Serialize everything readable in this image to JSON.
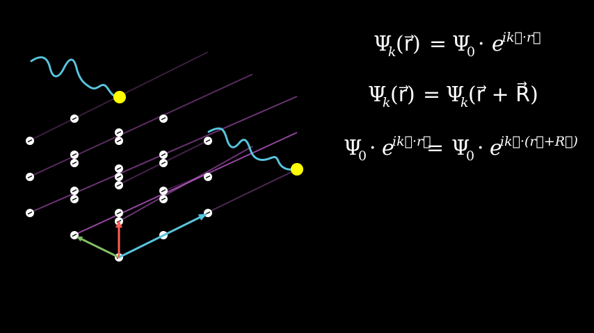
{
  "colors": {
    "background": "#000000",
    "lattice_point": "#ffffff",
    "lattice_point_shadow": "#000000",
    "highlight_point": "#ffff00",
    "wave": "#58c4dd",
    "wavefront_line": "#c55fd3",
    "vector_a1": "#83c167",
    "vector_a2": "#58c4dd",
    "vector_a3": "#fc6255",
    "equation_text": "#ffffff"
  },
  "equations": {
    "eq1": {
      "left": "Ψ",
      "left_sub": "k",
      "left_arg": "(r⃗)",
      "equals": "=",
      "rhs_base": "Ψ",
      "rhs_sub": "0",
      "dot": "·",
      "exp_base": "e",
      "exponent": "ik⃗·r⃗"
    },
    "eq2": {
      "left": "Ψ",
      "left_sub": "k",
      "left_arg": "(r⃗)",
      "equals": "=",
      "rhs": "Ψ",
      "rhs_sub": "k",
      "rhs_arg": "(r⃗ + R⃗)"
    },
    "eq3": {
      "left_base": "Ψ",
      "left_sub": "0",
      "dot1": "·",
      "left_exp_base": "e",
      "left_exponent": "ik⃗·r⃗",
      "equals": "=",
      "rhs_base": "Ψ",
      "rhs_sub": "0",
      "dot2": "·",
      "rhs_exp_base": "e",
      "rhs_exponent": "ik⃗·(r⃗+R⃗)"
    }
  },
  "lattice": {
    "highlighted_point_count": 2,
    "primitive_vectors": [
      "a1",
      "a2",
      "a3"
    ]
  }
}
